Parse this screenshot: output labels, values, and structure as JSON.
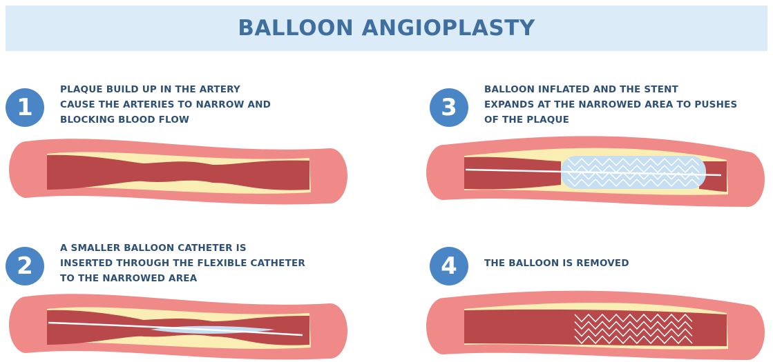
{
  "title": "BALLOON ANGIOPLASTY",
  "steps": [
    {
      "number": "1",
      "lines": [
        "PLAQUE BUILD UP IN THE ARTERY",
        "CAUSE THE ARTERIES TO NARROW AND",
        "BLOCKING BLOOD FLOW"
      ]
    },
    {
      "number": "2",
      "lines": [
        "A SMALLER BALLOON CATHETER IS",
        "INSERTED THROUGH THE FLEXIBLE CATHETER",
        "TO THE NARROWED AREA"
      ]
    },
    {
      "number": "3",
      "lines": [
        "BALLOON INFLATED AND THE STENT",
        "EXPANDS AT THE NARROWED AREA TO PUSHES",
        "OF THE PLAQUE"
      ]
    },
    {
      "number": "4",
      "lines": [
        "THE BALLOON IS REMOVED"
      ]
    }
  ],
  "colors": {
    "banner": "#dcebf8",
    "title": "#3f6f9f",
    "badge": "#4a86c6",
    "text": "#2d4f74",
    "vessel_wall": "#f08a88",
    "vessel_wall_dark": "#e06f6d",
    "plaque": "#fbeeb4",
    "blood": "#b9484b",
    "balloon": "#c5def1",
    "stent": "#ffffff"
  }
}
